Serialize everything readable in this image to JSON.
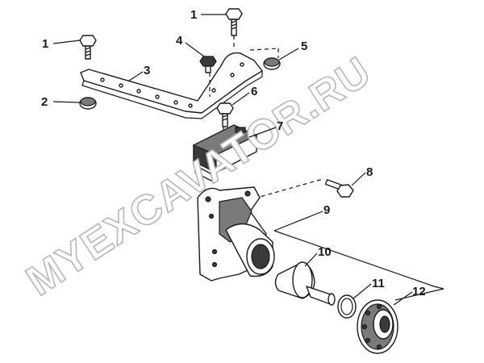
{
  "diagram": {
    "callouts": [
      "1",
      "1",
      "2",
      "3",
      "4",
      "5",
      "6",
      "7",
      "8",
      "9",
      "10",
      "11",
      "12"
    ],
    "watermark": "MYEXCAVATOR.RU"
  }
}
